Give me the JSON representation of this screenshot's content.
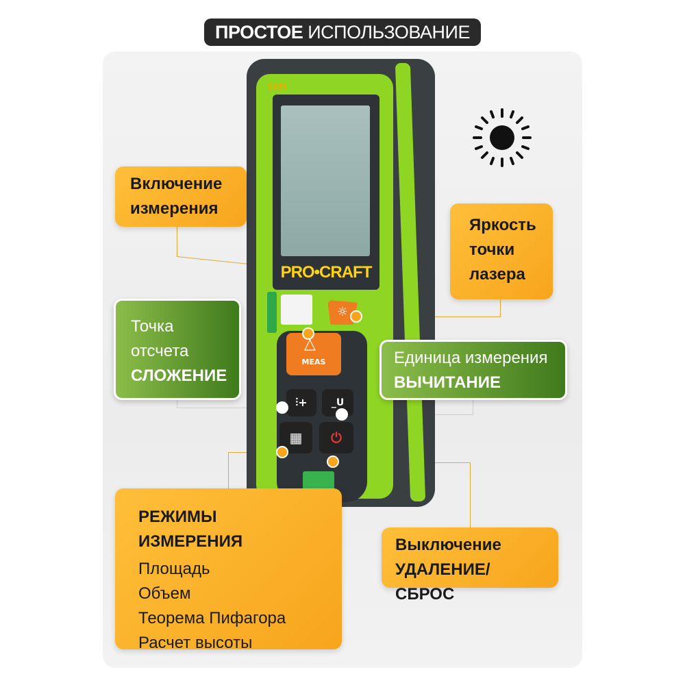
{
  "title": {
    "bold": "ПРОСТОЕ",
    "regular": "ИСПОЛЬЗОВАНИЕ"
  },
  "device": {
    "model": "50M",
    "brand": "PRO•CRAFT",
    "meas_label": "MEAS",
    "unit_button": "_U"
  },
  "callouts": {
    "power_on": {
      "line1": "Включение",
      "line2": "измерения"
    },
    "brightness": {
      "line1": "Яркость",
      "line2": "точки",
      "line3": "лазера"
    },
    "reference": {
      "line1": "Точка",
      "line2": "отсчета",
      "line3": "СЛОЖЕНИЕ"
    },
    "units": {
      "line1": "Единица измерения",
      "line2": "ВЫЧИТАНИЕ"
    },
    "modes": {
      "heading": "РЕЖИМЫ ИЗМЕРЕНИЯ",
      "items": [
        "Площадь",
        "Объем",
        "Теорема Пифагора",
        "Расчет высоты"
      ]
    },
    "power_off": {
      "line1": "Выключение",
      "line2": "УДАЛЕНИЕ/СБРОС"
    }
  },
  "colors": {
    "orange": "#f7a51d",
    "green": "#3f7a1c",
    "lime": "#8fd624"
  }
}
